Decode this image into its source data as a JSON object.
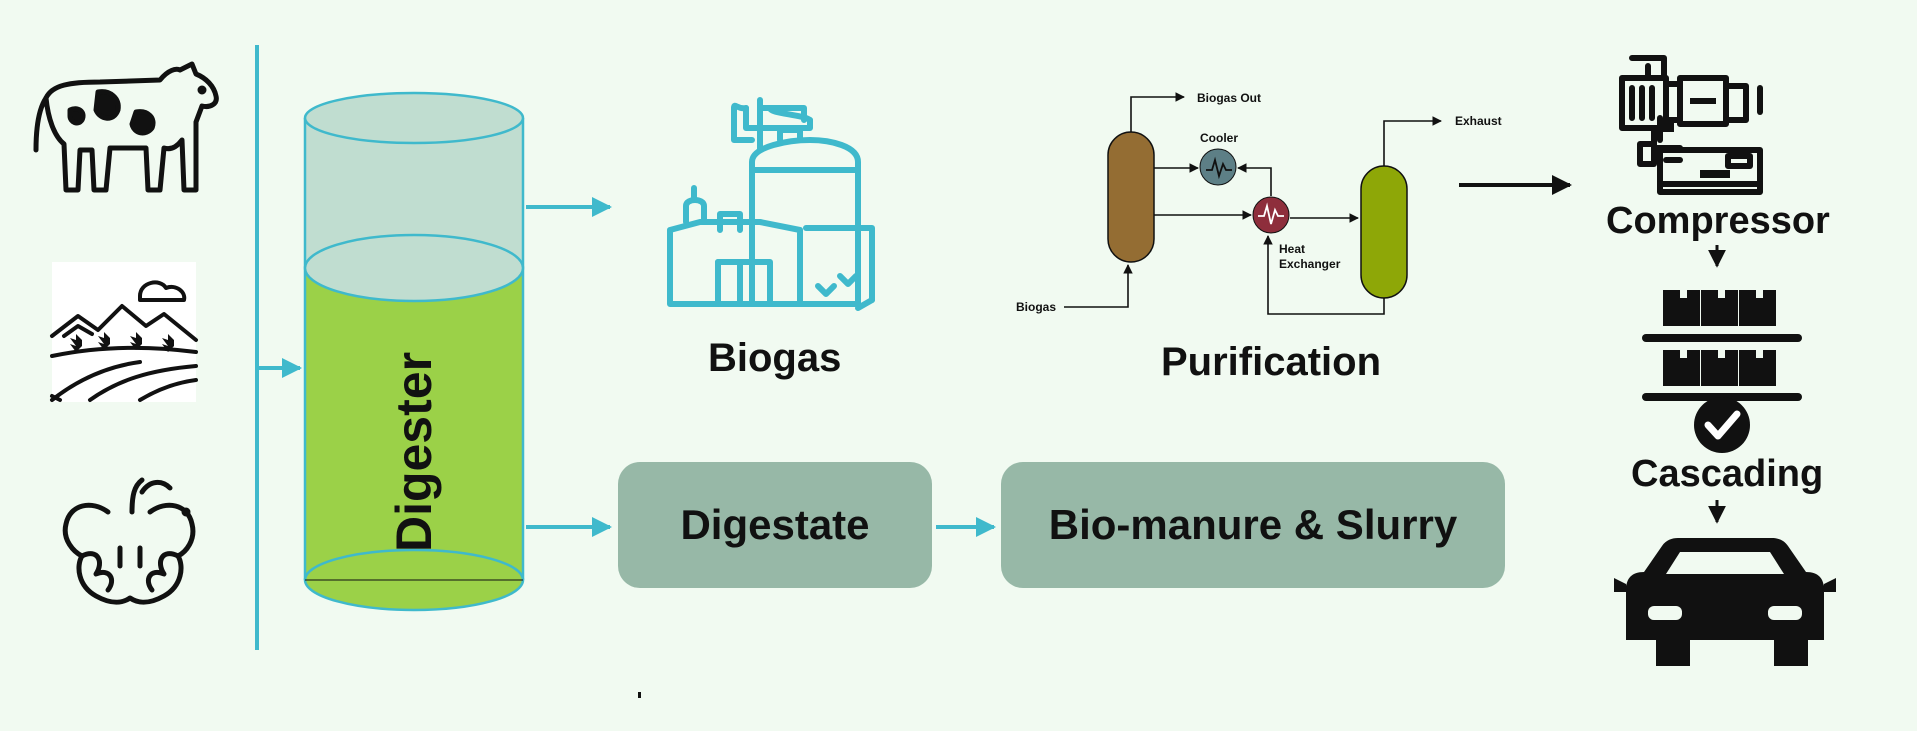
{
  "labels": {
    "digester": "Digester",
    "biogas": "Biogas",
    "purification": "Purification",
    "compressor": "Compressor",
    "cascading": "Cascading",
    "digestate": "Digestate",
    "bio_manure": "Bio-manure & Slurry"
  },
  "purification_diagram": {
    "biogas_out": "Biogas Out",
    "cooler": "Cooler",
    "exhaust": "Exhaust",
    "heat_exchanger_line1": "Heat",
    "heat_exchanger_line2": "Exchanger",
    "biogas_in": "Biogas"
  },
  "colors": {
    "background": "#f1faf1",
    "accent_teal": "#3fb9cc",
    "digester_top": "#c0ddd0",
    "digester_fill": "#9bd148",
    "box_fill": "#97b8a7",
    "column_brown": "#946d33",
    "column_green": "#8ea707",
    "cooler": "#5d7f86",
    "heat_exchanger": "#8e2e3c"
  },
  "icons": {
    "inputs": [
      "cow-icon",
      "farmland-icon",
      "food-waste-icon"
    ],
    "plant": "biogas-plant-icon",
    "compressor": "compressor-icon",
    "storage": "cascade-storage-icon",
    "vehicle": "car-icon"
  }
}
